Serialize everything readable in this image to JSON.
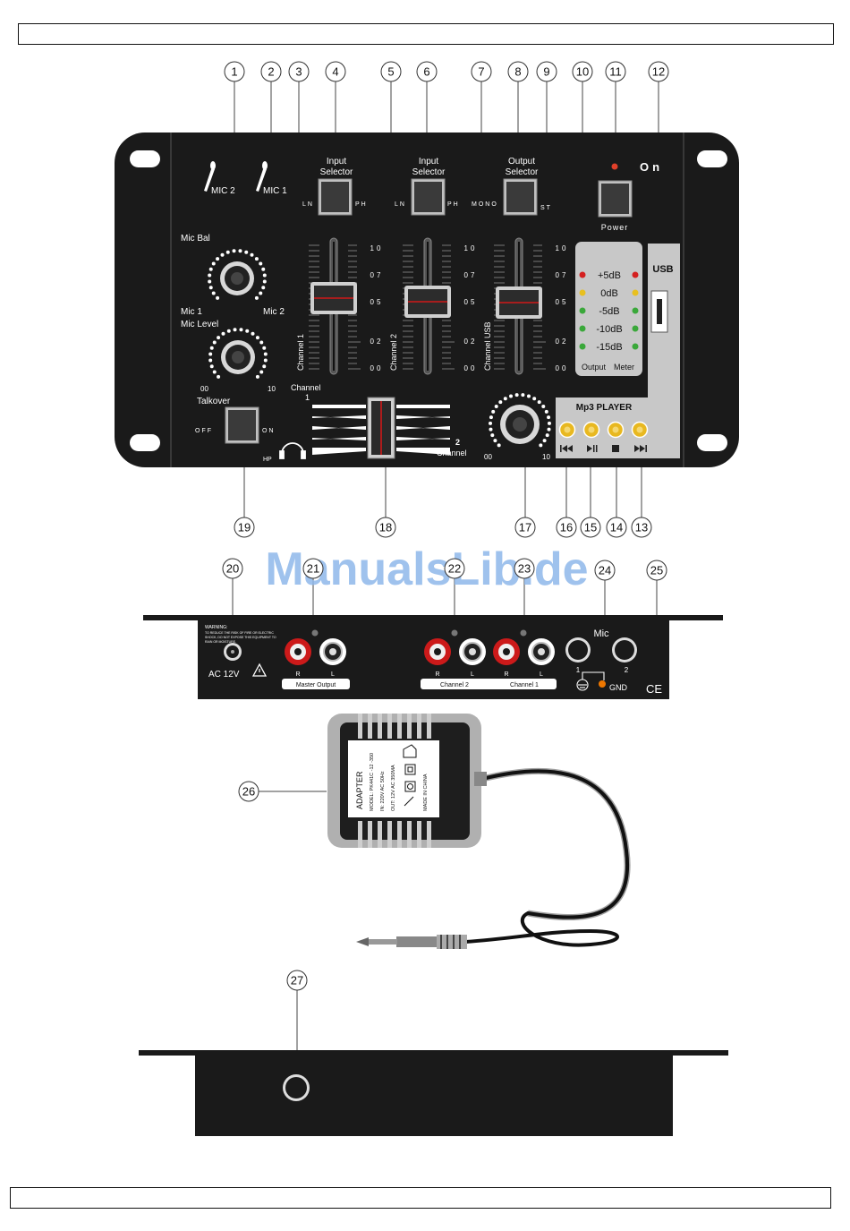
{
  "callouts": [
    "1",
    "2",
    "3",
    "4",
    "5",
    "6",
    "7",
    "8",
    "9",
    "10",
    "11",
    "12",
    "13",
    "14",
    "15",
    "16",
    "17",
    "18",
    "19",
    "20",
    "21",
    "22",
    "23",
    "24",
    "25",
    "26",
    "27"
  ],
  "top_panel": {
    "mic2": "MIC 2",
    "mic1": "MIC 1",
    "mic_bal": "Mic Bal",
    "mic1_label": "Mic 1",
    "mic2_label": "Mic 2",
    "mic_level": "Mic Level",
    "scale_min": "00",
    "scale_max": "10",
    "talkover": "Talkover",
    "off": "OFF",
    "on_small": "ON",
    "hp": "HP",
    "input_selector_1": [
      "Input",
      "Selector"
    ],
    "input_selector_2": [
      "Input",
      "Selector"
    ],
    "output_selector": [
      "Output",
      "Selector"
    ],
    "ln": "LN",
    "ph": "PH",
    "mono": "MONO",
    "st": "ST",
    "fader_scale": [
      "10",
      "07",
      "05",
      "02",
      "00"
    ],
    "channel_1_fader": "Channel  1",
    "channel_2_fader": "Channel  2",
    "channel_usb_fader": "Channel USB",
    "power": "Power",
    "on_indicator": "On",
    "usb": "USB",
    "meter_levels": [
      "+5dB",
      "0dB",
      "-5dB",
      "-10dB",
      "-15dB"
    ],
    "meter_led_colors": [
      "#d42020",
      "#e8c020",
      "#3aa83a",
      "#3aa83a",
      "#3aa83a"
    ],
    "output": "Output",
    "meter": "Meter",
    "mp3_player": "Mp3 PLAYER",
    "crossfader_channel_1": [
      "Channel",
      "1"
    ],
    "crossfader_channel_2": [
      "2",
      "Channel"
    ],
    "transport_icons": [
      "previous-icon",
      "play-pause-icon",
      "stop-icon",
      "next-icon"
    ]
  },
  "rear_panel": {
    "warning": [
      "WARNING:",
      "TO REDUCE THE RISK OF FIRE OR ELECTRIC",
      "SHOCK, DO NOT EXPOSE THIS EQUIPMENT TO",
      "RAIN OR MOISTURE."
    ],
    "ac": "AC  12V",
    "r": "R",
    "l": "L",
    "master_output": "Master Output",
    "channel_2": "Channel  2",
    "channel_1": "Channel  1",
    "mic": "Mic",
    "mic_1": "1",
    "mic_2": "2",
    "gnd": "GND",
    "ce": "CE"
  },
  "adapter": {
    "title": "ADAPTER",
    "model": "MODEL: PK441C -12 -350",
    "input": "IN: 220V  AC  50Hz",
    "output": "OUT: 12V  AC  350MA",
    "origin": "MADE IN CHINA"
  },
  "watermark": "ManualsLib.de",
  "colors": {
    "panel": "#1a1a1a",
    "meter_bg": "#c8c8c8",
    "knob_gold": "#e8b820",
    "rca_red": "#cc1a1a",
    "gnd_orange": "#ee7700",
    "fader_line": "#d01818",
    "watermark": "#8fb8ea"
  }
}
